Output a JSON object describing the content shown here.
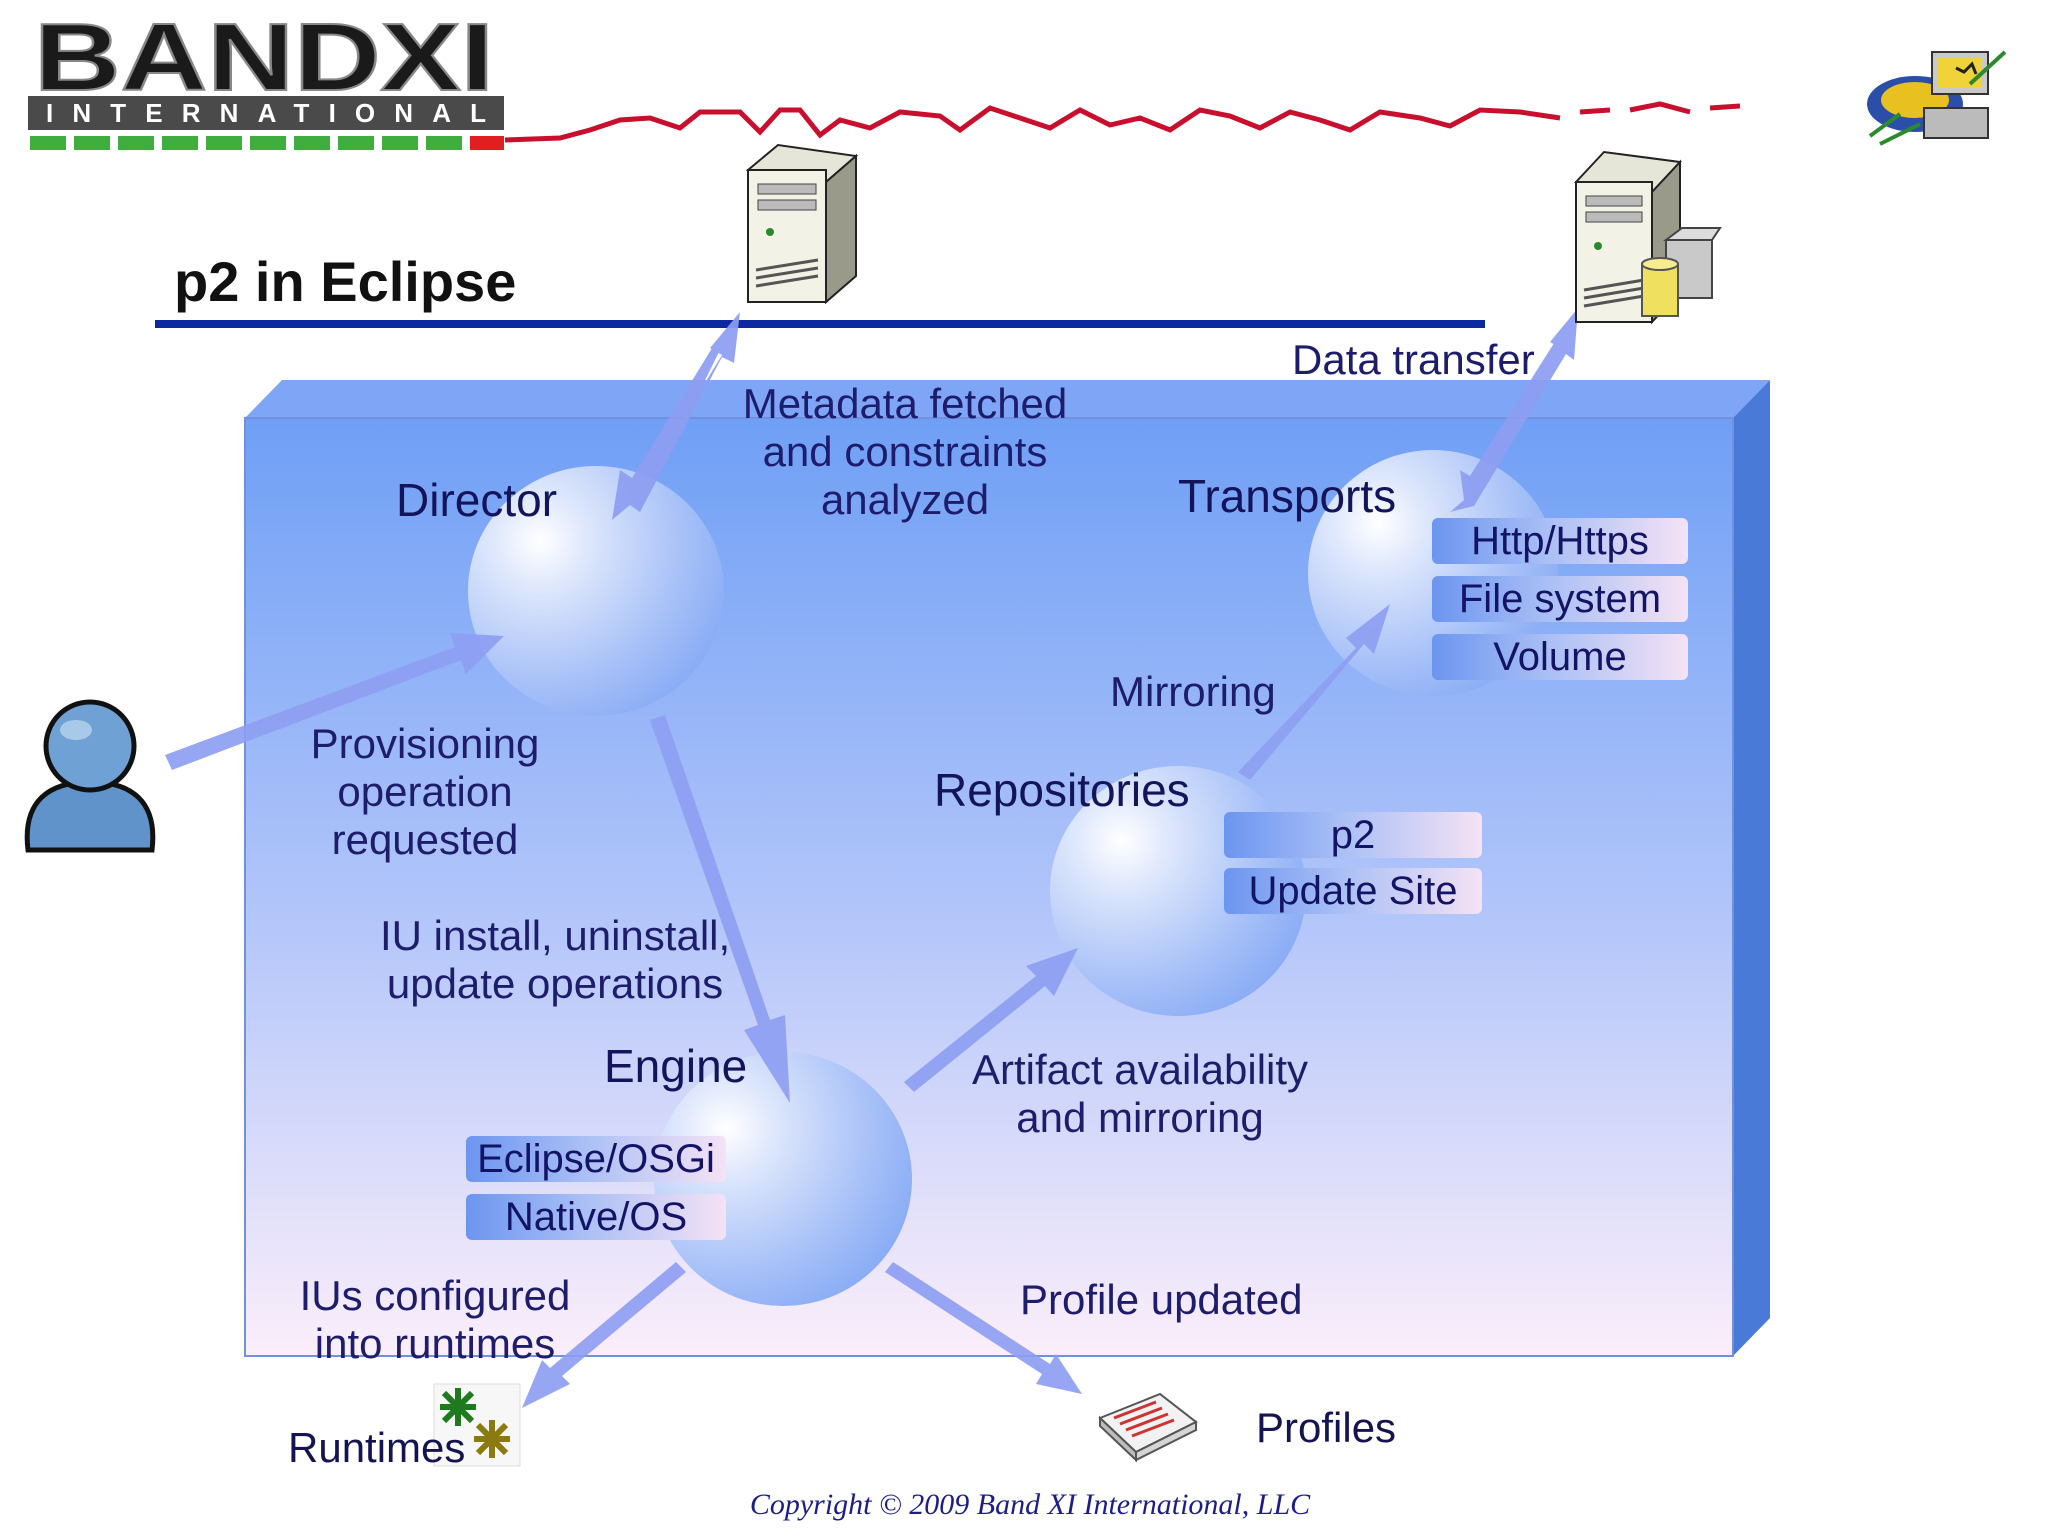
{
  "logo": {
    "name": "BANDXI",
    "sub": "INTERNATIONAL"
  },
  "title": "p2 in Eclipse",
  "labels": {
    "metadata": [
      "Metadata fetched",
      "and constraints",
      "analyzed"
    ],
    "data_transfer": "Data transfer",
    "director": "Director",
    "transports": "Transports",
    "provisioning": [
      "Provisioning",
      "operation",
      "requested"
    ],
    "mirroring": "Mirroring",
    "repositories": "Repositories",
    "iu_ops": [
      "IU install, uninstall,",
      "update operations"
    ],
    "engine": "Engine",
    "artifact": [
      "Artifact availability",
      "and mirroring"
    ],
    "ius_configured": [
      "IUs configured",
      "into runtimes"
    ],
    "profile_updated": "Profile updated",
    "runtimes": "Runtimes",
    "profiles": "Profiles"
  },
  "transports_items": [
    "Http/Https",
    "File system",
    "Volume"
  ],
  "repositories_items": [
    "p2",
    "Update Site"
  ],
  "engine_items": [
    "Eclipse/OSGi",
    "Native/OS"
  ],
  "copyright": "Copyright © 2009 Band XI International, LLC",
  "colors": {
    "panel_top": "#6f9ff5",
    "panel_bottom": "#fbeefa",
    "title_rule": "#0b2aa0",
    "text": "#1d1d6b",
    "arrow": "#8c9cf0"
  },
  "icons": [
    "server-icon",
    "database-server-icon",
    "user-icon",
    "runtimes-icon",
    "profiles-icon",
    "network-clipart-icon"
  ]
}
